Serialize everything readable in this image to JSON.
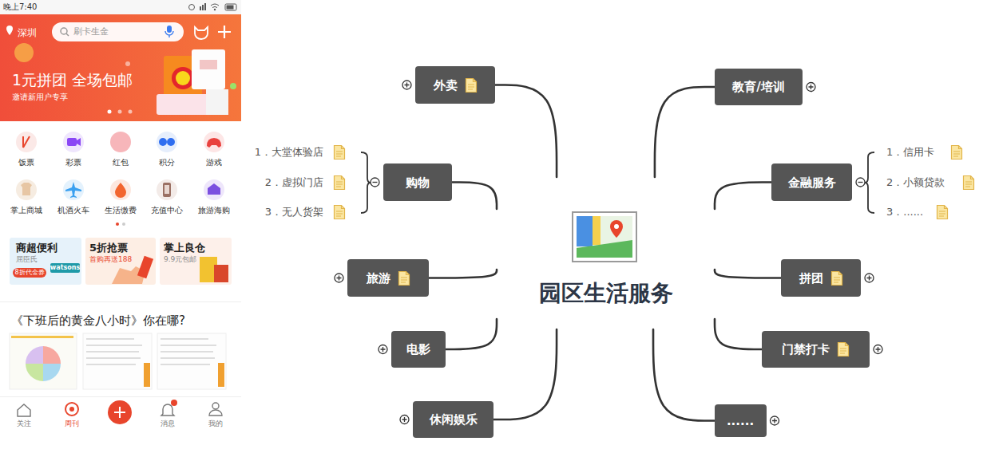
{
  "diagram": {
    "nodes": [
      {
        "text": [
          "园区生活服务"
        ]
      },
      {
        "text": [
          "外卖"
        ]
      },
      {
        "text": [
          "购物"
        ]
      },
      {
        "text": [
          "旅游"
        ]
      },
      {
        "text": [
          "电影"
        ]
      },
      {
        "text": [
          "休闲娱乐"
        ]
      },
      {
        "text": [
          "教育/培训"
        ]
      },
      {
        "text": [
          "金融服务"
        ]
      },
      {
        "text": [
          "拼团"
        ]
      },
      {
        "text": [
          "门禁打卡"
        ]
      },
      {
        "text": [
          "......"
        ]
      }
    ],
    "edges": [
      {
        "from": 0,
        "to": 1,
        "arrow": "none"
      },
      {
        "from": 0,
        "to": 2,
        "arrow": "none"
      },
      {
        "from": 0,
        "to": 3,
        "arrow": "none"
      },
      {
        "from": 0,
        "to": 4,
        "arrow": "none"
      },
      {
        "from": 0,
        "to": 5,
        "arrow": "none"
      },
      {
        "from": 0,
        "to": 6,
        "arrow": "none"
      },
      {
        "from": 0,
        "to": 7,
        "arrow": "none"
      },
      {
        "from": 0,
        "to": 8,
        "arrow": "none"
      },
      {
        "from": 0,
        "to": 9,
        "arrow": "none"
      },
      {
        "from": 0,
        "to": 10,
        "arrow": "none"
      }
    ],
    "labels": [
      "晚上7:40",
      "深圳",
      "刷卡生金",
      "1元拼团 全场包邮",
      "邀请新用户专享",
      "饭票",
      "彩票",
      "红包",
      "积分",
      "游戏",
      "掌上商城",
      "机酒火车",
      "生活缴费",
      "充值中心",
      "旅游海购",
      "商超便利",
      "屈臣氏",
      "watsons",
      "8折代金券",
      "5折抢票",
      "首购再送188",
      "掌上良仓",
      "9.9元包邮",
      "《下班后的黄金八小时》你在哪?",
      "关注",
      "周刊",
      "消息",
      "我的",
      "1．大堂体验店",
      "2．虚拟门店",
      "3．无人货架",
      "1．信用卡",
      "2．小额贷款",
      "3．......"
    ]
  }
}
